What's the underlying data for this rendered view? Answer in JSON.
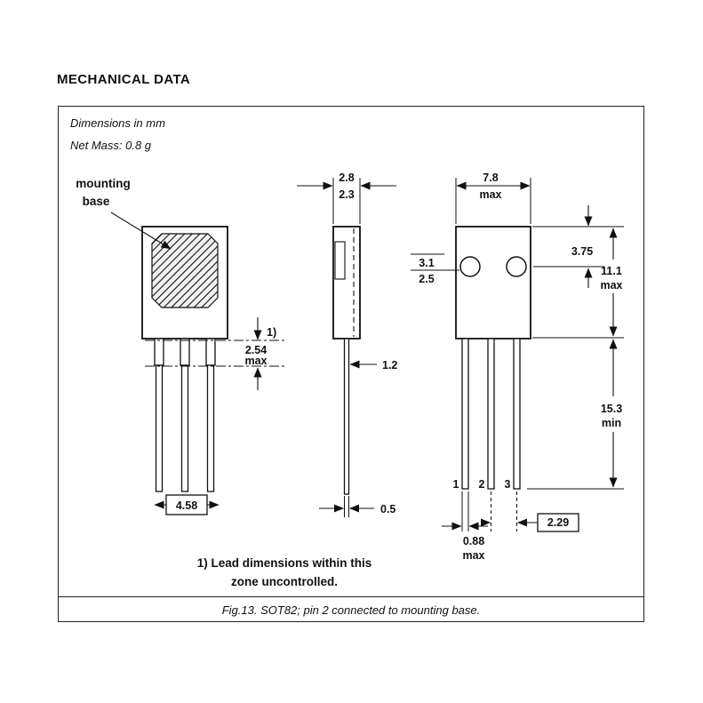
{
  "header": {
    "title": "MECHANICAL DATA"
  },
  "meta": {
    "dimensions_note": "Dimensions in mm",
    "mass_note": "Net Mass: 0.8 g"
  },
  "front": {
    "mounting_label_line1": "mounting",
    "mounting_label_line2": "base",
    "zone_ref": "1)",
    "zone_dim": "2.54",
    "zone_qual": "max",
    "lead_span_dim": "4.58"
  },
  "side": {
    "thickness_max": "2.8",
    "thickness_min": "2.3",
    "lead_width_dim": "1.2",
    "lead_thickness_dim": "0.5"
  },
  "back": {
    "body_width_dim": "7.8",
    "body_width_qual": "max",
    "hole_dim_max": "3.1",
    "hole_dim_min": "2.5",
    "hole_center_dim": "3.75",
    "body_height_dim": "11.1",
    "body_height_qual": "max",
    "lead_length_dim": "15.3",
    "lead_length_qual": "min",
    "pin_labels": {
      "p1": "1",
      "p2": "2",
      "p3": "3"
    },
    "lead_width_dim": "0.88",
    "lead_width_qual": "max",
    "lead_pitch_dim": "2.29"
  },
  "footnote": {
    "line1": "1) Lead dimensions within this",
    "line2": "zone uncontrolled."
  },
  "caption": {
    "text": "Fig.13.  SOT82; pin 2 connected to mounting base."
  }
}
